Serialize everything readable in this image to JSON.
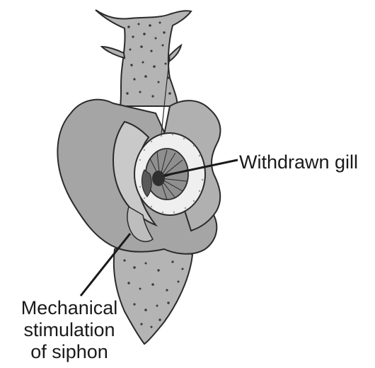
{
  "labels": {
    "withdrawn_gill": "Withdrawn gill",
    "stimulation_line1": "Mechanical",
    "stimulation_line2": "stimulation",
    "stimulation_line3": "of siphon"
  },
  "colors": {
    "body_fill": "#b4b4b4",
    "parapodia_fill": "#a5a5a5",
    "mantle_fill": "#c9c9c9",
    "gill_ring_fill": "#efefef",
    "gill_fill": "#8f8f8f",
    "outline": "#2b2b2b",
    "text": "#1a1a1a"
  }
}
